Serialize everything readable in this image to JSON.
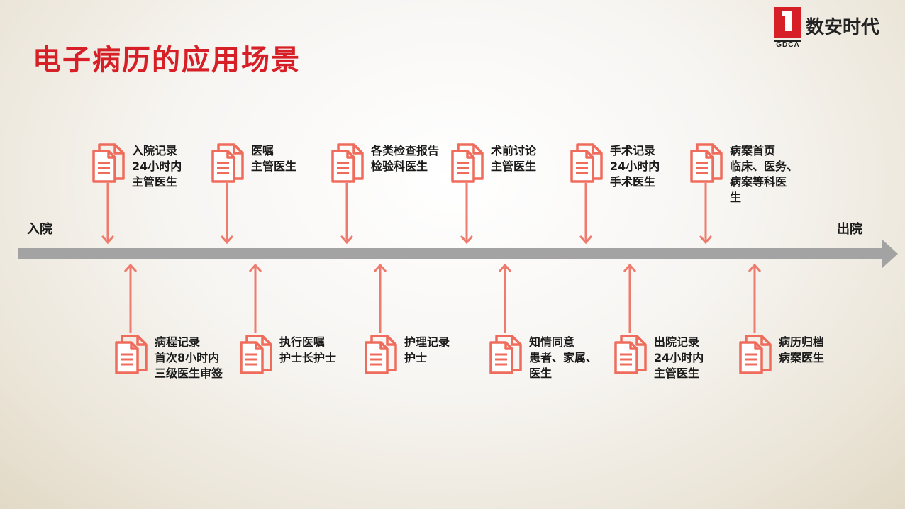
{
  "title": "电子病历的应用场景",
  "logo": {
    "name": "数安时代",
    "sub": "GDCA"
  },
  "timeline": {
    "start_label": "入院",
    "end_label": "出院",
    "top_stages": [
      {
        "lines": [
          "入院记录",
          "24小时内",
          "主管医生"
        ]
      },
      {
        "lines": [
          "医嘱",
          "主管医生"
        ]
      },
      {
        "lines": [
          "各类检查报告",
          "检验科医生"
        ]
      },
      {
        "lines": [
          "术前讨论",
          "主管医生"
        ]
      },
      {
        "lines": [
          "手术记录",
          "24小时内",
          "手术医生"
        ]
      },
      {
        "lines": [
          "病案首页",
          "临床、医务、",
          "病案等科医",
          "生"
        ]
      }
    ],
    "bottom_stages": [
      {
        "lines": [
          "病程记录",
          "首次8小时内",
          "三级医生审签"
        ]
      },
      {
        "lines": [
          "执行医嘱",
          "护士长护士"
        ]
      },
      {
        "lines": [
          "护理记录",
          "护士"
        ]
      },
      {
        "lines": [
          "知情同意",
          "患者、家属、",
          "医生"
        ]
      },
      {
        "lines": [
          "出院记录",
          "24小时内",
          "主管医生"
        ]
      },
      {
        "lines": [
          "病历归档",
          "病案医生"
        ]
      }
    ]
  },
  "colors": {
    "accent": "#d61f26",
    "icon": "#ef6c5c",
    "arrow": "#ee7b6e",
    "axis": "#a3a3a3"
  }
}
